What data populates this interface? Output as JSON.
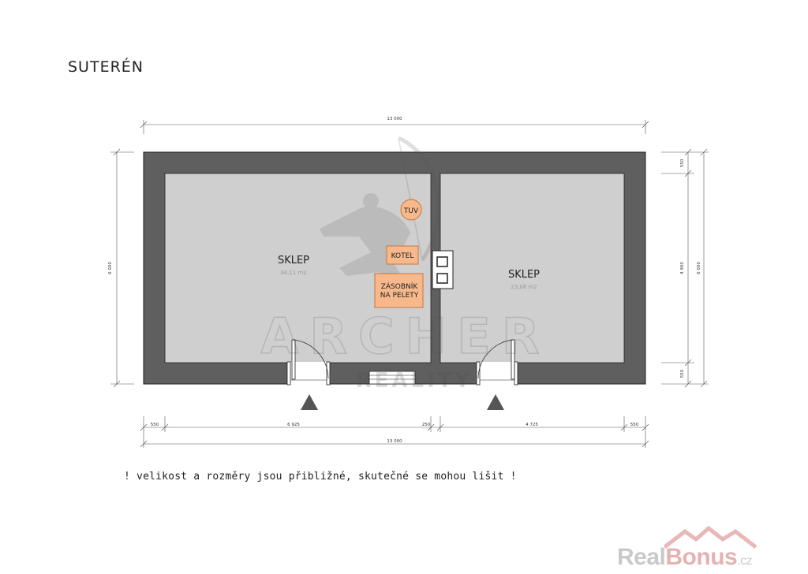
{
  "title": "SUTERÉN",
  "dimensions": {
    "total_width": "13 000",
    "total_width_bottom": "13 000",
    "left_height": "6 000",
    "right_height": "6 000",
    "right_top_wall": "550",
    "right_middle": "4 900",
    "right_bottom_wall": "550",
    "bottom_left_wall": "550",
    "bottom_room1": "6 925",
    "bottom_partition": "250",
    "bottom_room2": "4 725",
    "bottom_right_wall": "550"
  },
  "rooms": [
    {
      "name": "SKLEP",
      "area": "34,11 m2"
    },
    {
      "name": "SKLEP",
      "area": "23,08 m2"
    }
  ],
  "equipment": {
    "tuv": "TUV",
    "kotel": "KOTEL",
    "zasobnik_line1": "ZÁSOBNÍK",
    "zasobnik_line2": "NA PELETY"
  },
  "watermark": {
    "line1": "ARCHER",
    "line2": "REALITY"
  },
  "note": "! velikost a rozměry jsou přibližné, skutečné se mohou lišit !",
  "logo": {
    "real": "Real",
    "bonus": "Bonus",
    "cz": ".cz"
  },
  "colors": {
    "wall": "#5f5f5f",
    "floor": "#cfcfcf",
    "equipment": "#f7b98b",
    "equipment_stroke": "#c8743a"
  }
}
